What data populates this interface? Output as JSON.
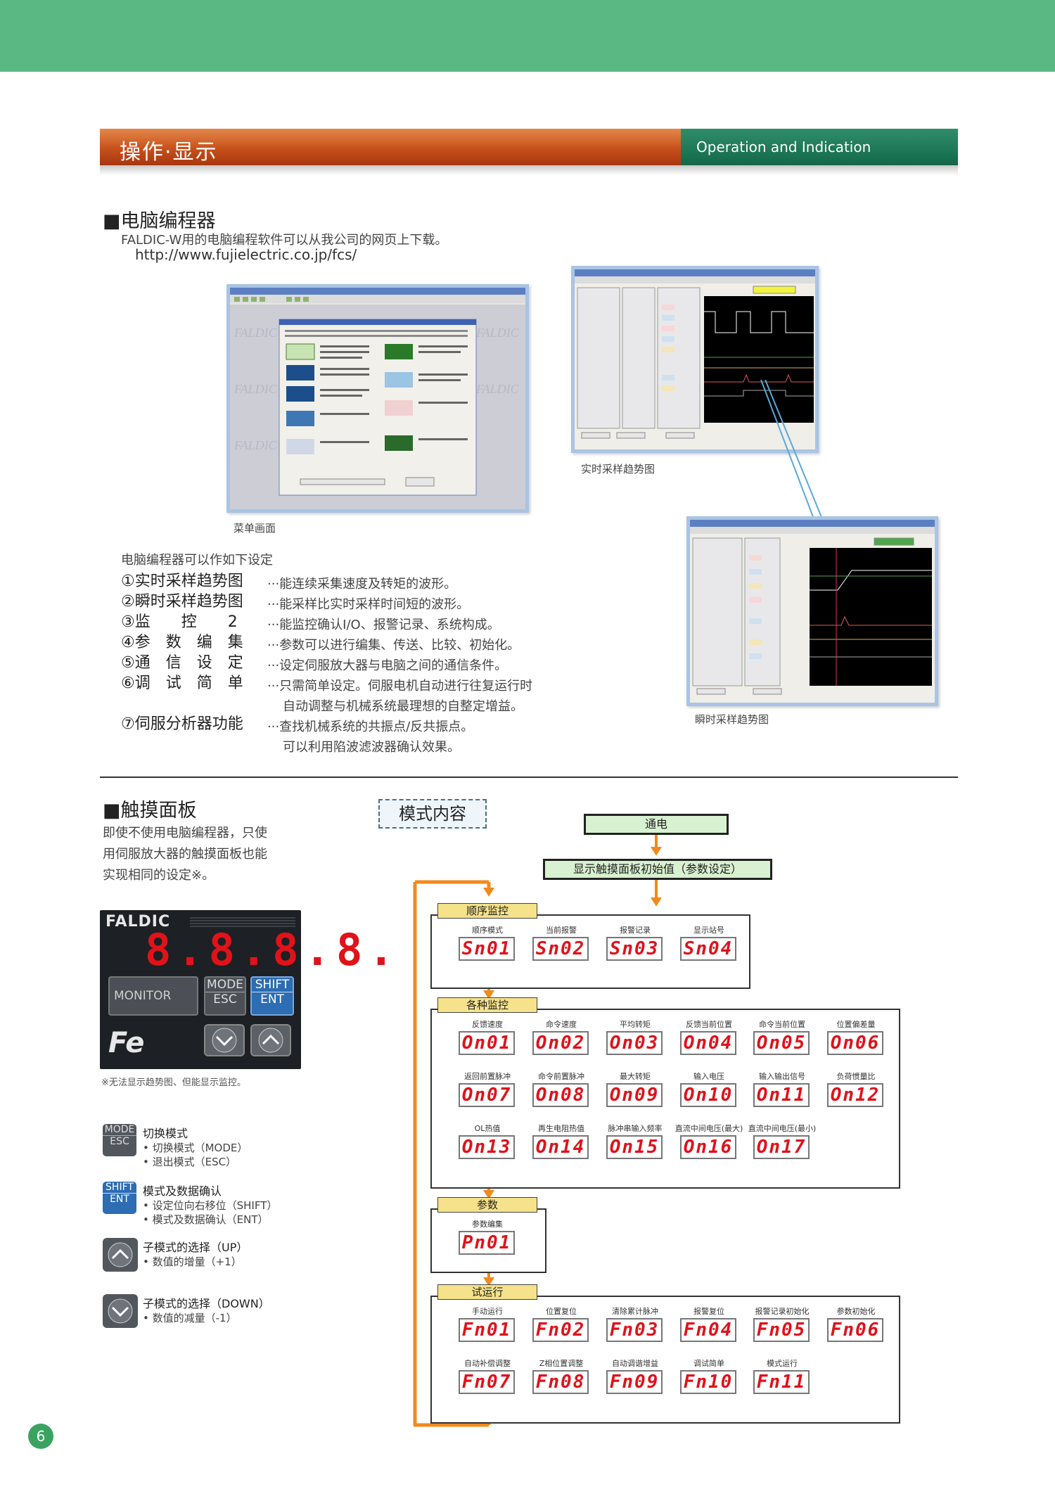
{
  "header": {
    "title_cn": "操作·显示",
    "title_en": "Operation and Indication"
  },
  "pc_programmer": {
    "title": "■电脑编程器",
    "line1": "FALDIC-W用的电脑编程软件可以从我公司的网页上下载。",
    "url": "http://www.fujielectric.co.jp/fcs/",
    "caption_menu": "菜单画面",
    "caption_realtime": "实时采样趋势图",
    "caption_instant": "瞬时采样趋势图",
    "intro": "电脑编程器可以作如下设定",
    "features": [
      {
        "name": "①实时采样趋势图",
        "desc": "···能连续采集速度及转矩的波形。"
      },
      {
        "name": "②瞬时采样趋势图",
        "desc": "···能采样比实时采样时间短的波形。"
      },
      {
        "name": "③监　　控　　2",
        "desc": "···能监控确认I/O、报警记录、系统构成。"
      },
      {
        "name": "④参　数　编　集",
        "desc": "···参数可以进行编集、传送、比较、初始化。"
      },
      {
        "name": "⑤通　信　设　定",
        "desc": "···设定伺服放大器与电脑之间的通信条件。"
      },
      {
        "name": "⑥调　试　简　单",
        "desc": "···只需简单设定。伺服电机自动进行往复运行时"
      },
      {
        "name": "",
        "desc": "自动调整与机械系统最理想的自整定增益。"
      },
      {
        "name": "⑦伺服分析器功能",
        "desc": "···查找机械系统的共振点/反共振点。"
      },
      {
        "name": "",
        "desc": "可以利用陷波滤波器确认效果。"
      }
    ]
  },
  "touch_panel": {
    "title": "■触摸面板",
    "text": [
      "即使不使用电脑编程器，只使",
      "用伺服放大器的触摸面板也能",
      "实现相同的设定※。"
    ],
    "panel_brand": "FALDIC",
    "panel_display": "8.8.8.8.",
    "btn_monitor": "MONITOR",
    "btn_mode": "MODE",
    "btn_esc": "ESC",
    "btn_shift": "SHIFT",
    "btn_ent": "ENT",
    "note": "※无法显示趋势图、但能显示监控。",
    "legend": [
      {
        "title": "切换模式",
        "lines": [
          "• 切换模式（MODE）",
          "• 退出模式（ESC）"
        ]
      },
      {
        "title": "模式及数据确认",
        "lines": [
          "• 设定位向右移位（SHIFT）",
          "• 模式及数据确认（ENT）"
        ]
      },
      {
        "title": "子模式的选择（UP）",
        "lines": [
          "• 数值的增量（+1）"
        ]
      },
      {
        "title": "子模式的选择（DOWN）",
        "lines": [
          "• 数值的减量（-1）"
        ]
      }
    ]
  },
  "mode_flow": {
    "title": "模式内容",
    "power": "通电",
    "initial": "显示触摸面板初始值（参数设定）",
    "groups": [
      {
        "tag": "顺序监控",
        "rows": [
          [
            {
              "c": "顺序模式",
              "d": "Sn01"
            },
            {
              "c": "当前报警",
              "d": "Sn02"
            },
            {
              "c": "报警记录",
              "d": "Sn03"
            },
            {
              "c": "显示站号",
              "d": "Sn04"
            }
          ]
        ]
      },
      {
        "tag": "各种监控",
        "rows": [
          [
            {
              "c": "反馈速度",
              "d": "On01"
            },
            {
              "c": "命令速度",
              "d": "On02"
            },
            {
              "c": "平均转矩",
              "d": "On03"
            },
            {
              "c": "反馈当前位置",
              "d": "On04"
            },
            {
              "c": "命令当前位置",
              "d": "On05"
            },
            {
              "c": "位置偏差量",
              "d": "On06"
            }
          ],
          [
            {
              "c": "返回前置脉冲",
              "d": "On07"
            },
            {
              "c": "命令前置脉冲",
              "d": "On08"
            },
            {
              "c": "最大转矩",
              "d": "On09"
            },
            {
              "c": "输入电压",
              "d": "On10"
            },
            {
              "c": "输入输出信号",
              "d": "On11"
            },
            {
              "c": "负荷惯量比",
              "d": "On12"
            }
          ],
          [
            {
              "c": "OL热值",
              "d": "On13"
            },
            {
              "c": "再生电阻热值",
              "d": "On14"
            },
            {
              "c": "脉冲串输入频率",
              "d": "On15"
            },
            {
              "c": "直流中间电压(最大)",
              "d": "On16"
            },
            {
              "c": "直流中间电压(最小)",
              "d": "On17"
            }
          ]
        ]
      },
      {
        "tag": "参数",
        "rows": [
          [
            {
              "c": "参数编集",
              "d": "Pn01"
            }
          ]
        ]
      },
      {
        "tag": "试运行",
        "rows": [
          [
            {
              "c": "手动运行",
              "d": "Fn01"
            },
            {
              "c": "位置复位",
              "d": "Fn02"
            },
            {
              "c": "清除累计脉冲",
              "d": "Fn03"
            },
            {
              "c": "报警复位",
              "d": "Fn04"
            },
            {
              "c": "报警记录初始化",
              "d": "Fn05"
            },
            {
              "c": "参数初始化",
              "d": "Fn06"
            }
          ],
          [
            {
              "c": "自动补偿调整",
              "d": "Fn07"
            },
            {
              "c": "Z相位置调整",
              "d": "Fn08"
            },
            {
              "c": "自动调谐增益",
              "d": "Fn09"
            },
            {
              "c": "调试简单",
              "d": "Fn10"
            },
            {
              "c": "模式运行",
              "d": "Fn11"
            }
          ]
        ]
      }
    ]
  },
  "page_number": "6",
  "colors": {
    "green_band": "#5ab883",
    "header_orange": "#c7501b",
    "header_green": "#13694a",
    "segment_red": "#e0121a",
    "flow_orange": "#f08a1c",
    "flow_blue": "#5aa0c8"
  }
}
